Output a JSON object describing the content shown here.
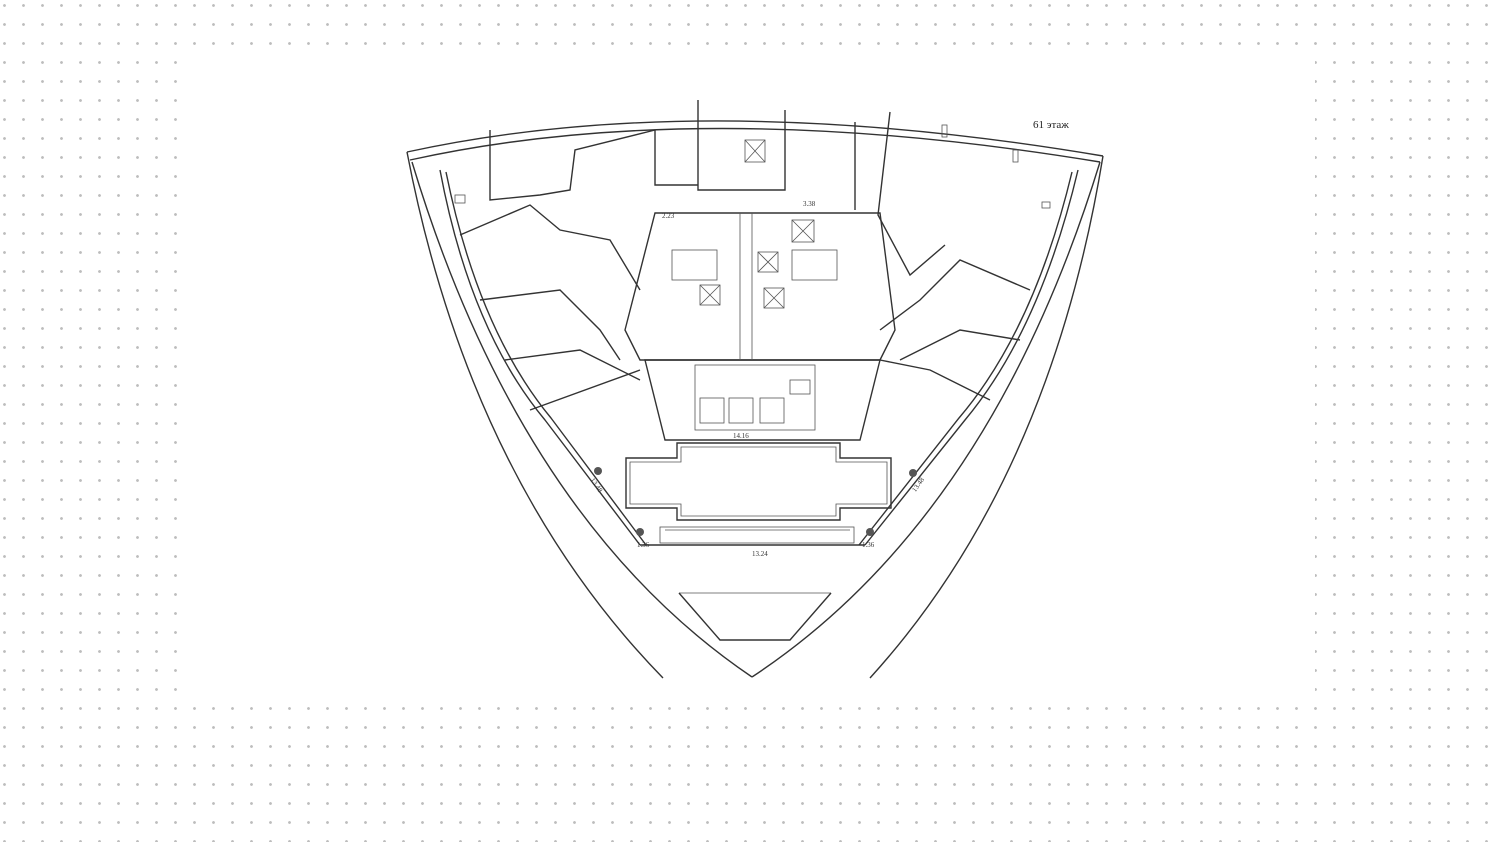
{
  "plan": {
    "floor_label": "61 этаж",
    "dimensions": {
      "core_width": "14.16",
      "terrace_width": "13.24",
      "corridor_left": "2.23",
      "corridor_right": "3.38",
      "side_left": "13.48",
      "side_right": "13.48",
      "edge_left": "1.36",
      "edge_right": "1.36"
    }
  }
}
